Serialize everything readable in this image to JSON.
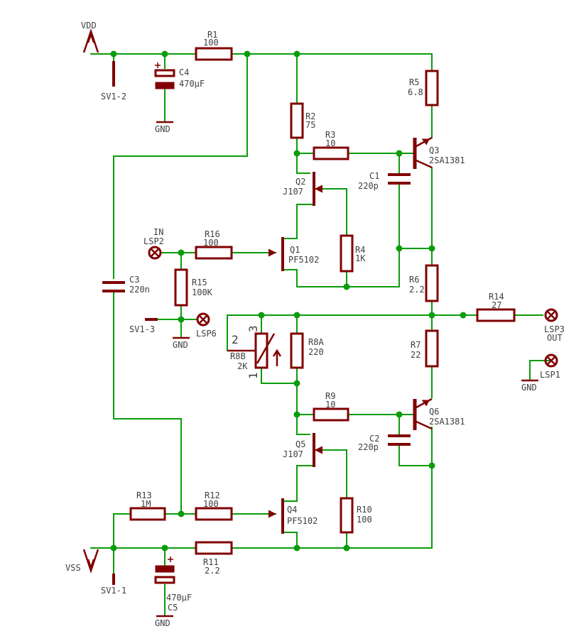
{
  "supplies": {
    "vdd": "VDD",
    "vss": "VSS",
    "gnd": "GND"
  },
  "connectors": {
    "sv1_2": "SV1-2",
    "sv1_3": "SV1-3",
    "sv1_1": "SV1-1",
    "lsp2": "LSP2",
    "lsp2_role": "IN",
    "lsp3": "LSP3",
    "lsp3_role": "OUT",
    "lsp1": "LSP1",
    "lsp6": "LSP6"
  },
  "components": [
    {
      "ref": "R1",
      "value": "100"
    },
    {
      "ref": "R2",
      "value": "75"
    },
    {
      "ref": "R3",
      "value": "10"
    },
    {
      "ref": "R4",
      "value": "1K"
    },
    {
      "ref": "R5",
      "value": "6.8"
    },
    {
      "ref": "R6",
      "value": "2.2"
    },
    {
      "ref": "R7",
      "value": "22"
    },
    {
      "ref": "R8A",
      "value": "220"
    },
    {
      "ref": "R8B",
      "value": "2K"
    },
    {
      "ref": "R9",
      "value": "10"
    },
    {
      "ref": "R10",
      "value": "100"
    },
    {
      "ref": "R11",
      "value": "2.2"
    },
    {
      "ref": "R12",
      "value": "100"
    },
    {
      "ref": "R13",
      "value": "1M"
    },
    {
      "ref": "R14",
      "value": "27"
    },
    {
      "ref": "R15",
      "value": "100K"
    },
    {
      "ref": "R16",
      "value": "100"
    },
    {
      "ref": "C1",
      "value": "220p"
    },
    {
      "ref": "C2",
      "value": "220p"
    },
    {
      "ref": "C3",
      "value": "220n"
    },
    {
      "ref": "C4",
      "value": "470µF"
    },
    {
      "ref": "C5",
      "value": "470µF"
    },
    {
      "ref": "Q1",
      "value": "PF5102"
    },
    {
      "ref": "Q2",
      "value": "J107"
    },
    {
      "ref": "Q3",
      "value": "2SA1381"
    },
    {
      "ref": "Q4",
      "value": "PF5102"
    },
    {
      "ref": "Q5",
      "value": "J107"
    },
    {
      "ref": "Q6",
      "value": "2SA1381"
    }
  ],
  "pot_pins": {
    "pin1": "1",
    "pin2": "2",
    "pin3": "3"
  },
  "colors": {
    "wire": "#0a9c0a",
    "part": "#800000",
    "text": "#404040",
    "background": "#ffffff"
  }
}
